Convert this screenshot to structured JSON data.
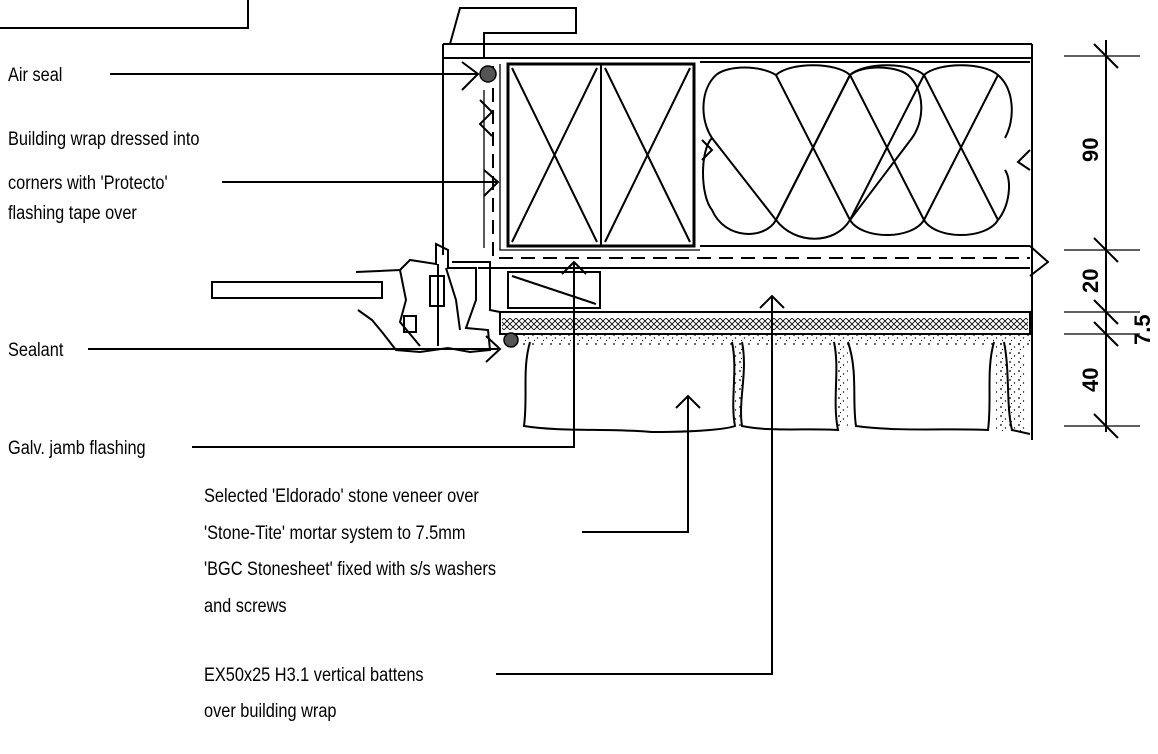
{
  "labels": {
    "air_seal": "Air seal",
    "building_wrap": [
      "Building wrap dressed into",
      "corners with 'Protecto'",
      "flashing tape over"
    ],
    "sealant": "Sealant",
    "jamb_flashing": "Galv. jamb flashing",
    "stone_veneer": [
      "Selected 'Eldorado' stone veneer over",
      "'Stone-Tite' mortar system to 7.5mm",
      "'BGC Stonesheet' fixed with s/s washers",
      "and screws"
    ],
    "battens": [
      "EX50x25 H3.1 vertical battens",
      "over building wrap"
    ]
  },
  "dimensions": {
    "d90": "90",
    "d20": "20",
    "d7_5": "7.5",
    "d40": "40"
  }
}
